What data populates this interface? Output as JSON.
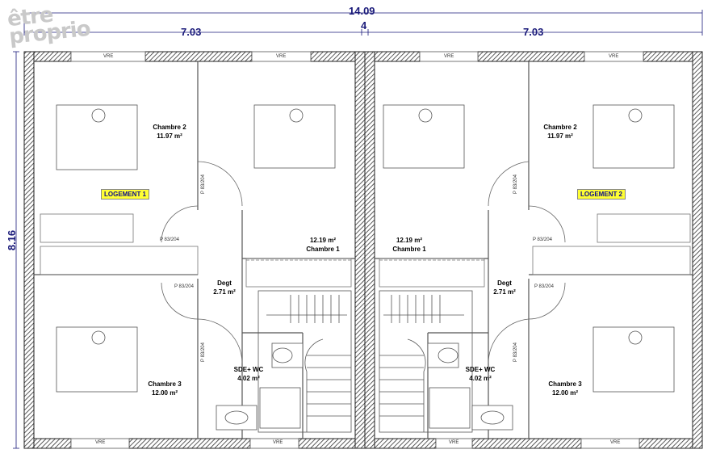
{
  "watermark": {
    "line1": "être",
    "line2": "proprio"
  },
  "dimensions": {
    "total_width": "14.09",
    "left_width": "7.03",
    "party_wall": "4",
    "right_width": "7.03",
    "height": "8.16"
  },
  "logement1": {
    "badge": "LOGEMENT 1",
    "chambre2": {
      "name": "Chambre 2",
      "area": "11.97 m²"
    },
    "chambre1": {
      "name": "Chambre 1",
      "area": "12.19 m²"
    },
    "chambre3": {
      "name": "Chambre 3",
      "area": "12.00 m²"
    },
    "degt": {
      "name": "Degt",
      "area": "2.71 m²"
    },
    "sde": {
      "name": "SDE+ WC",
      "area": "4.02 m²"
    }
  },
  "logement2": {
    "badge": "LOGEMENT 2",
    "chambre2": {
      "name": "Chambre 2",
      "area": "11.97 m²"
    },
    "chambre1": {
      "name": "Chambre 1",
      "area": "12.19 m²"
    },
    "chambre3": {
      "name": "Chambre 3",
      "area": "12.00 m²"
    },
    "degt": {
      "name": "Degt",
      "area": "2.71 m²"
    },
    "sde": {
      "name": "SDE+ WC",
      "area": "4.02 m²"
    }
  },
  "labels": {
    "window": "VRE",
    "door": "P 83/204"
  },
  "colors": {
    "wall": "#2a2a2a",
    "dimension": "#1a1a7a",
    "badge_bg": "#ffff33",
    "badge_text": "#0a0a8a"
  }
}
